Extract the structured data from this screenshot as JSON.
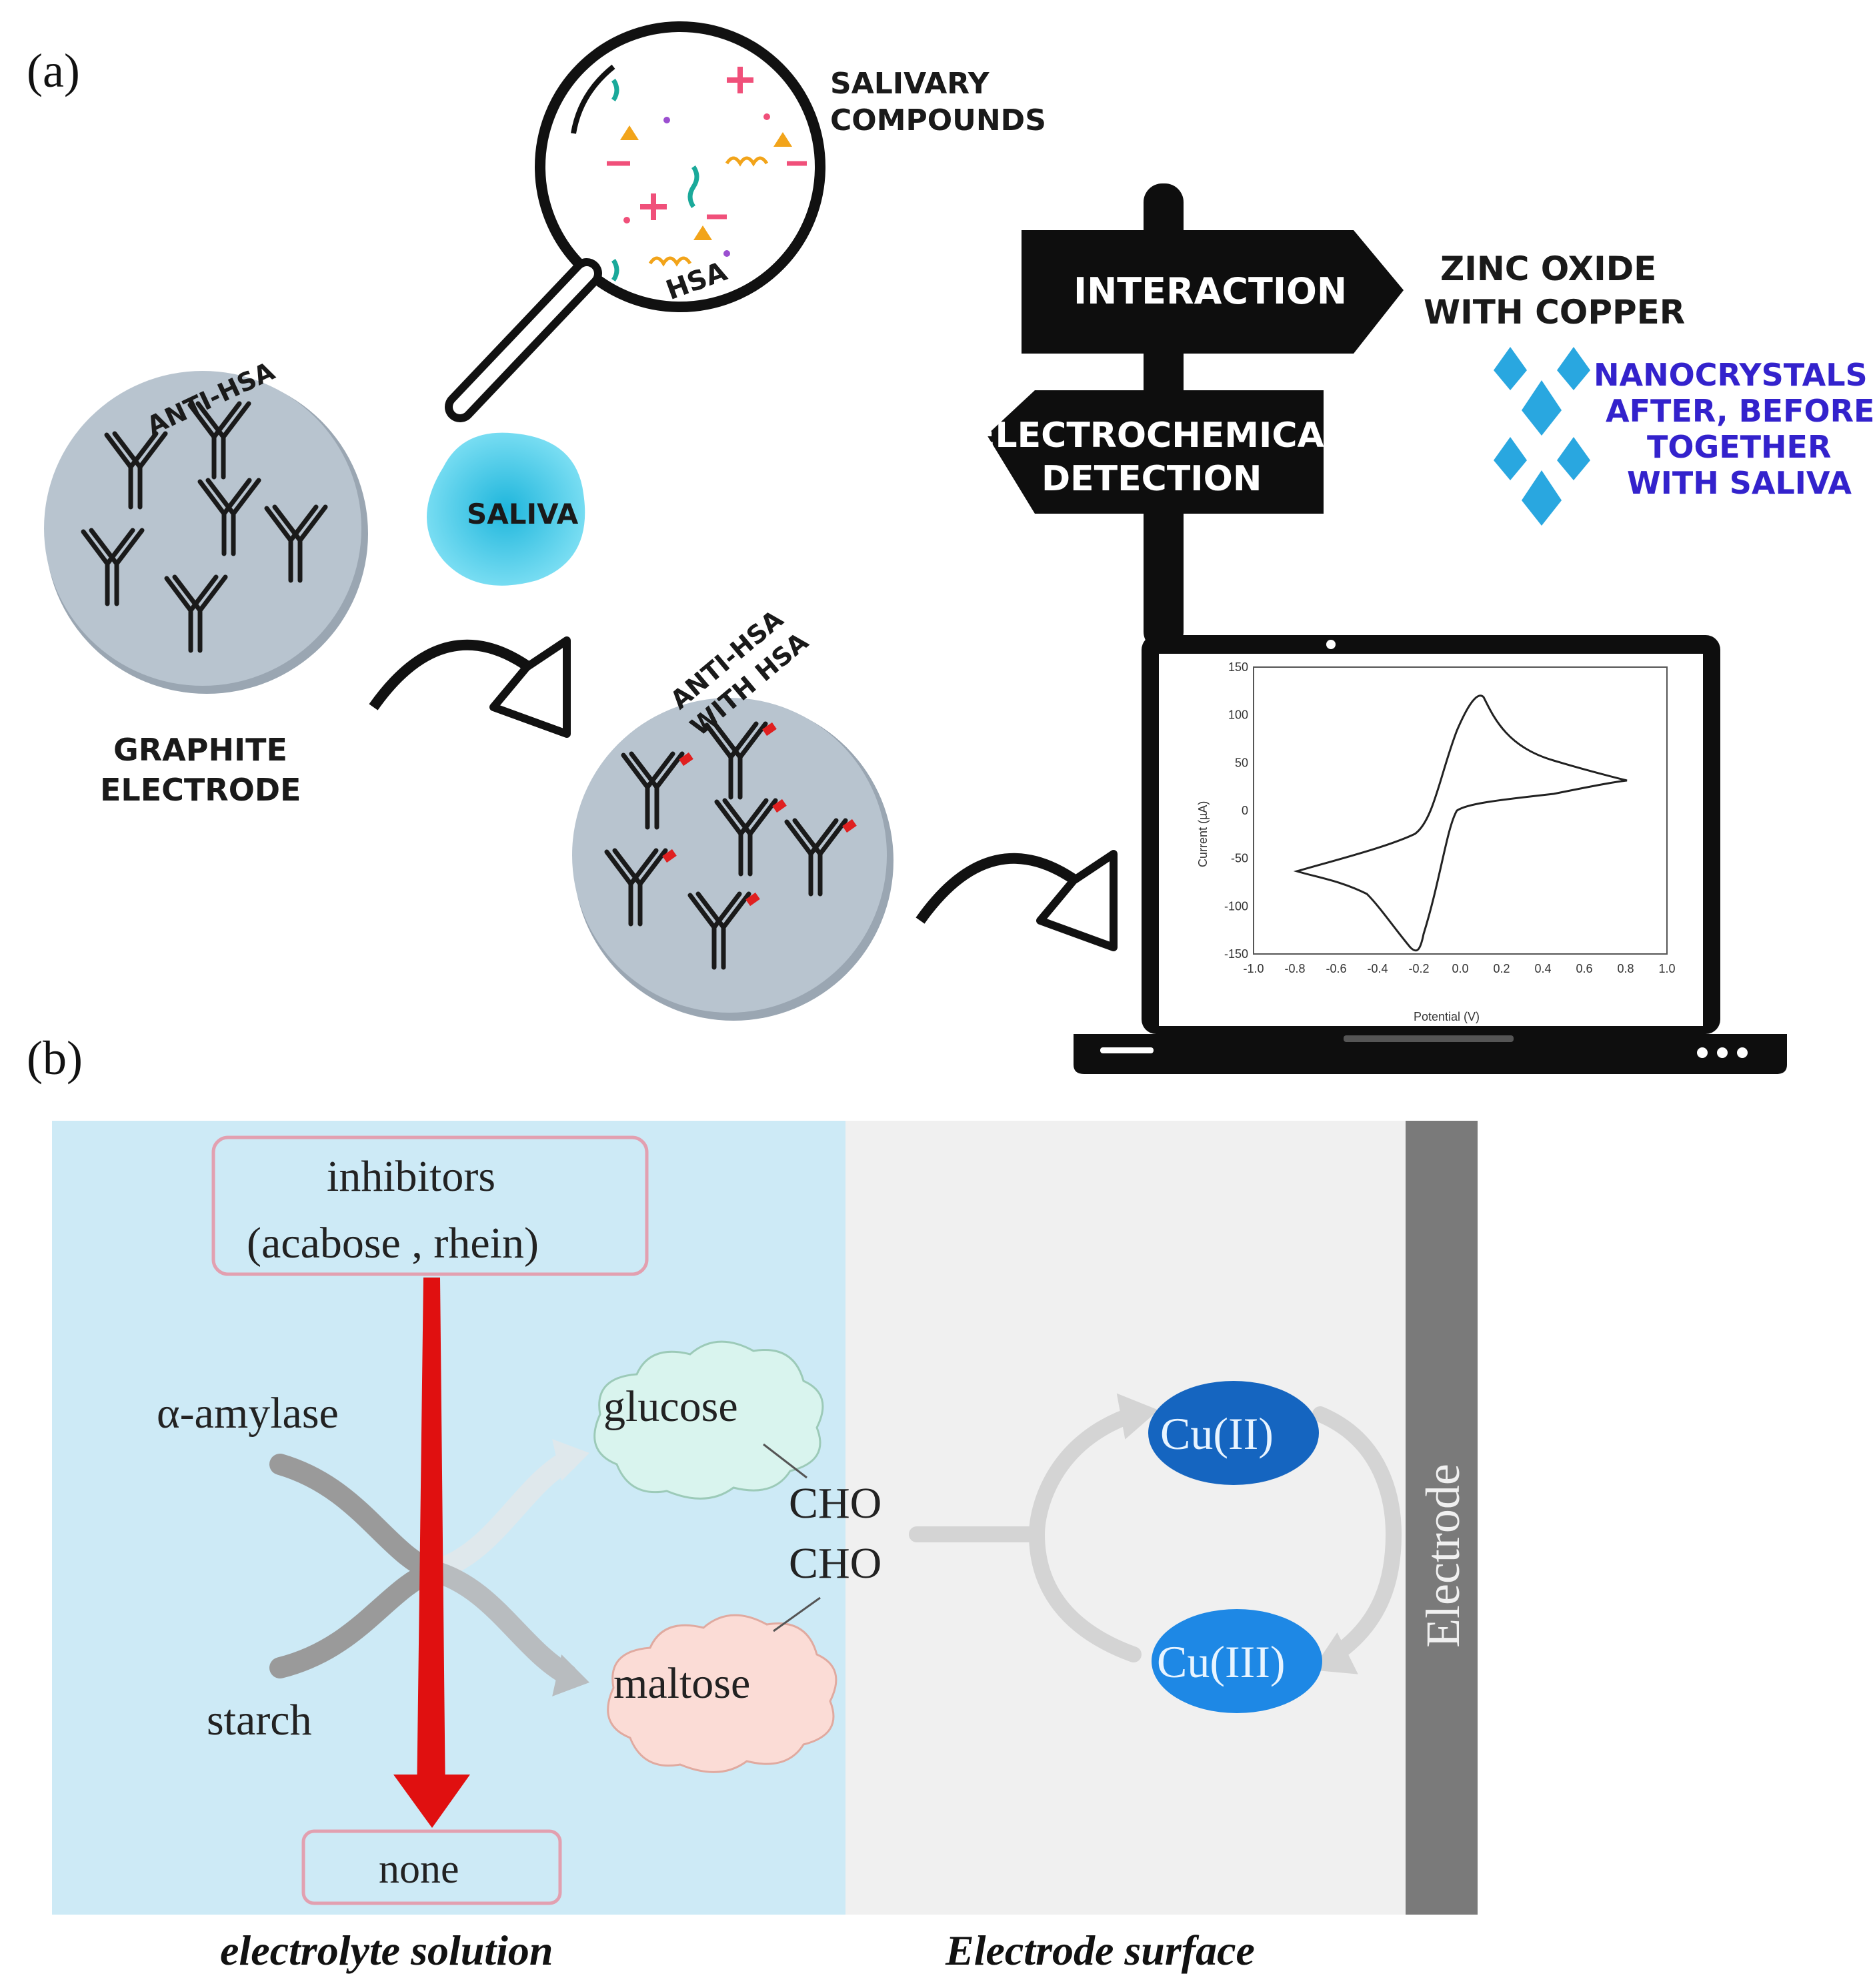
{
  "panel_a": {
    "label": "(a)",
    "salivary_compounds": [
      "SALIVARY",
      "COMPOUNDS"
    ],
    "hsa": "HSA",
    "saliva": "SALIVA",
    "anti_hsa": "ANTI-HSA",
    "graphite_electrode": [
      "GRAPHITE",
      "ELECTRODE"
    ],
    "anti_hsa_with_hsa": [
      "ANTI-HSA",
      "WITH HSA"
    ],
    "sign_interaction": "INTERACTION",
    "sign_detection": [
      "ELECTROCHEMICAL",
      "DETECTION"
    ],
    "zinc_oxide": [
      "ZINC OXIDE",
      "WITH  COPPER"
    ],
    "nanocrystals": [
      "NANOCRYSTALS",
      "AFTER, BEFORE,",
      "TOGETHER",
      "WITH SALIVA"
    ],
    "plot": {
      "xlabel": "Potential (V)",
      "ylabel": "Current  (µA)",
      "xticks": [
        "-1.0",
        "-0.8",
        "-0.6",
        "-0.4",
        "-0.2",
        "0.0",
        "0.2",
        "0.4",
        "0.6",
        "0.8",
        "1.0"
      ],
      "yticks": [
        "150",
        "100",
        "50",
        "0",
        "-50",
        "-100",
        "-150"
      ]
    }
  },
  "panel_b": {
    "label": "(b)",
    "inhibitors": [
      "inhibitors",
      "(acabose , rhein)"
    ],
    "alpha_amylase": "α-amylase",
    "starch": "starch",
    "glucose": "glucose",
    "maltose": "maltose",
    "cho_1": "CHO",
    "cho_2": "CHO",
    "none": "none",
    "cu2": "Cu(II)",
    "cu3": "Cu(III)",
    "electrode": "Electrode",
    "caption_left": "electrolyte solution",
    "caption_right": "Electrode surface"
  },
  "colors": {
    "solution_bg": "#cdeaf6",
    "surface_bg": "#f0f0f0",
    "electrode_bar": "#7a7a7a",
    "cu2": "#1565c0",
    "cu3": "#1e88e5",
    "red_arrow": "#e01010",
    "glucose_cloud": "#d9f4ee",
    "maltose_cloud": "#fbdcd6",
    "electrode_disc": "#b8c4cf",
    "saliva_blob": "#3ec6e6",
    "droplet": "#29a7e0"
  }
}
